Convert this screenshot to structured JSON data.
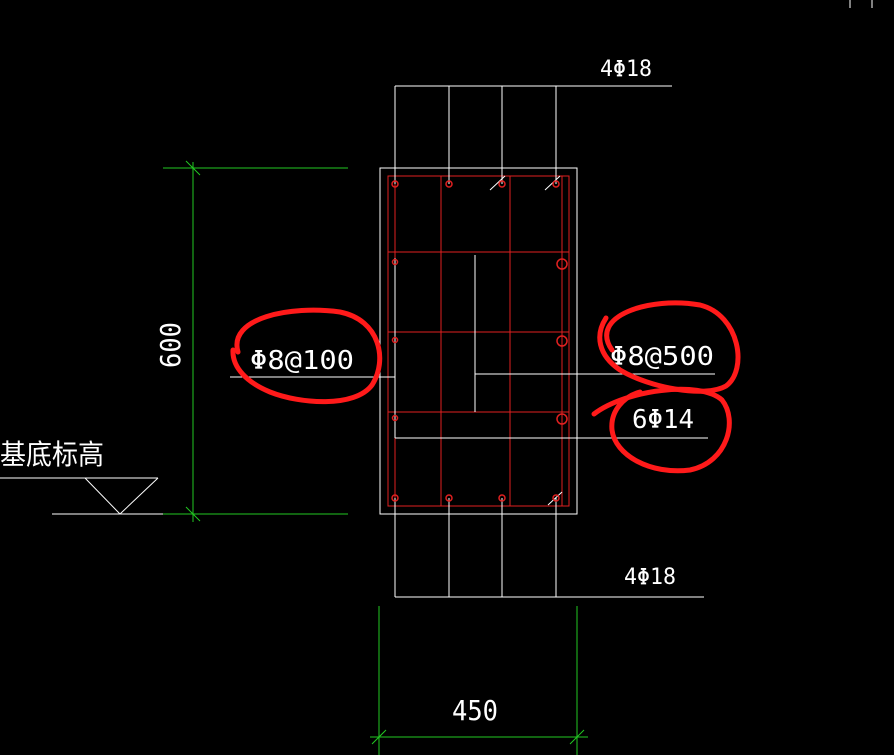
{
  "labels": {
    "top_rebar": "4Φ18",
    "bottom_rebar": "4Φ18",
    "left_stirrup": "Φ8@100",
    "right_stirrup": "Φ8@500",
    "side_rebar": "6Φ14",
    "height_dim": "600",
    "width_dim": "450",
    "base_elevation": "基底标高"
  },
  "colors": {
    "background": "#000000",
    "linework": "#ffffff",
    "rebar": "#e02020",
    "dimension": "#22c822",
    "markup": "#ff1a1a"
  }
}
